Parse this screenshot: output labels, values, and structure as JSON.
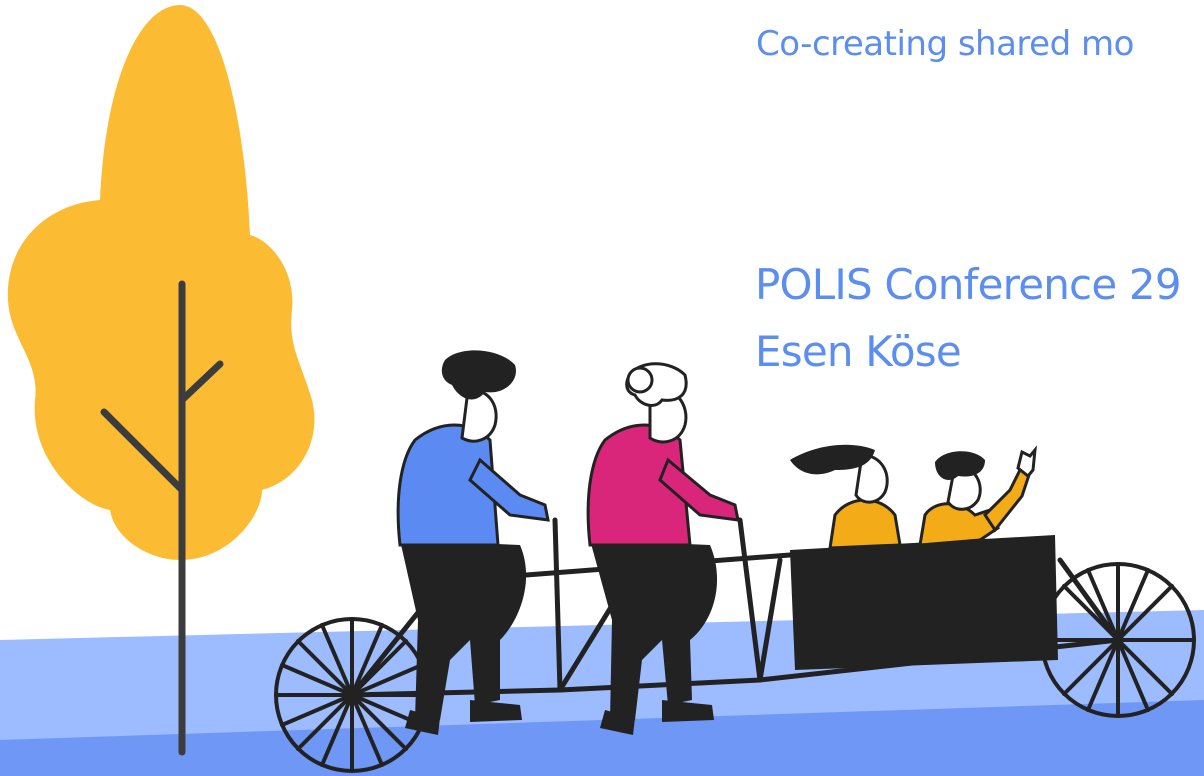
{
  "slide": {
    "tagline": "Co-creating shared mo",
    "conference": "POLIS Conference 29",
    "author": "Esen Köse"
  },
  "colors": {
    "text": "#5b8ef0",
    "tree": "#fbbc33",
    "trunk": "#3c3c3c",
    "road_dark": "#6f97f6",
    "road_light": "#9dbcff",
    "shirt_blue": "#5a8af2",
    "shirt_pink": "#d9267a",
    "shirt_yellow": "#f3ac18",
    "outline": "#222222"
  }
}
